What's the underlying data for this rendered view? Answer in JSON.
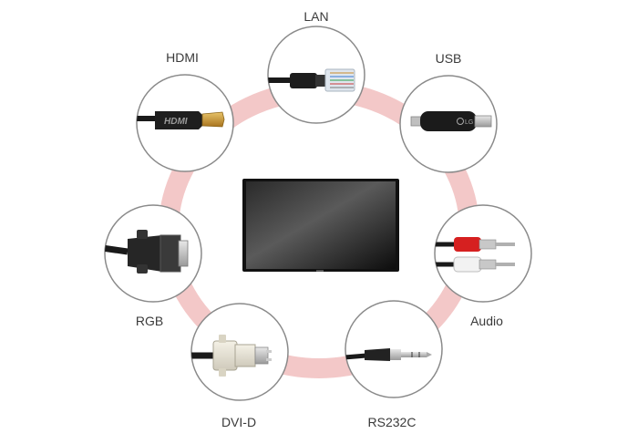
{
  "diagram": {
    "connectors": [
      {
        "id": "lan",
        "label": "LAN",
        "icon": "ethernet-rj45-connector-icon"
      },
      {
        "id": "usb",
        "label": "USB",
        "icon": "usb-dongle-icon"
      },
      {
        "id": "audio",
        "label": "Audio",
        "icon": "rca-audio-cable-icon"
      },
      {
        "id": "rs232c",
        "label": "RS232C",
        "icon": "stereo-jack-cable-icon"
      },
      {
        "id": "dvi-d",
        "label": "DVI-D",
        "icon": "dvi-connector-icon"
      },
      {
        "id": "rgb",
        "label": "RGB",
        "icon": "vga-connector-icon"
      },
      {
        "id": "hdmi",
        "label": "HDMI",
        "icon": "hdmi-connector-icon"
      }
    ],
    "hdmi_logo_text": "HDMI",
    "usb_logo_text": "LG",
    "colors": {
      "ring": "#f3c8c8",
      "circle_border": "#8a8a8a",
      "cable": "#1a1a1a",
      "rca_red": "#d62020",
      "rca_white": "#f2f2f2",
      "gold": "#c8962e"
    }
  }
}
